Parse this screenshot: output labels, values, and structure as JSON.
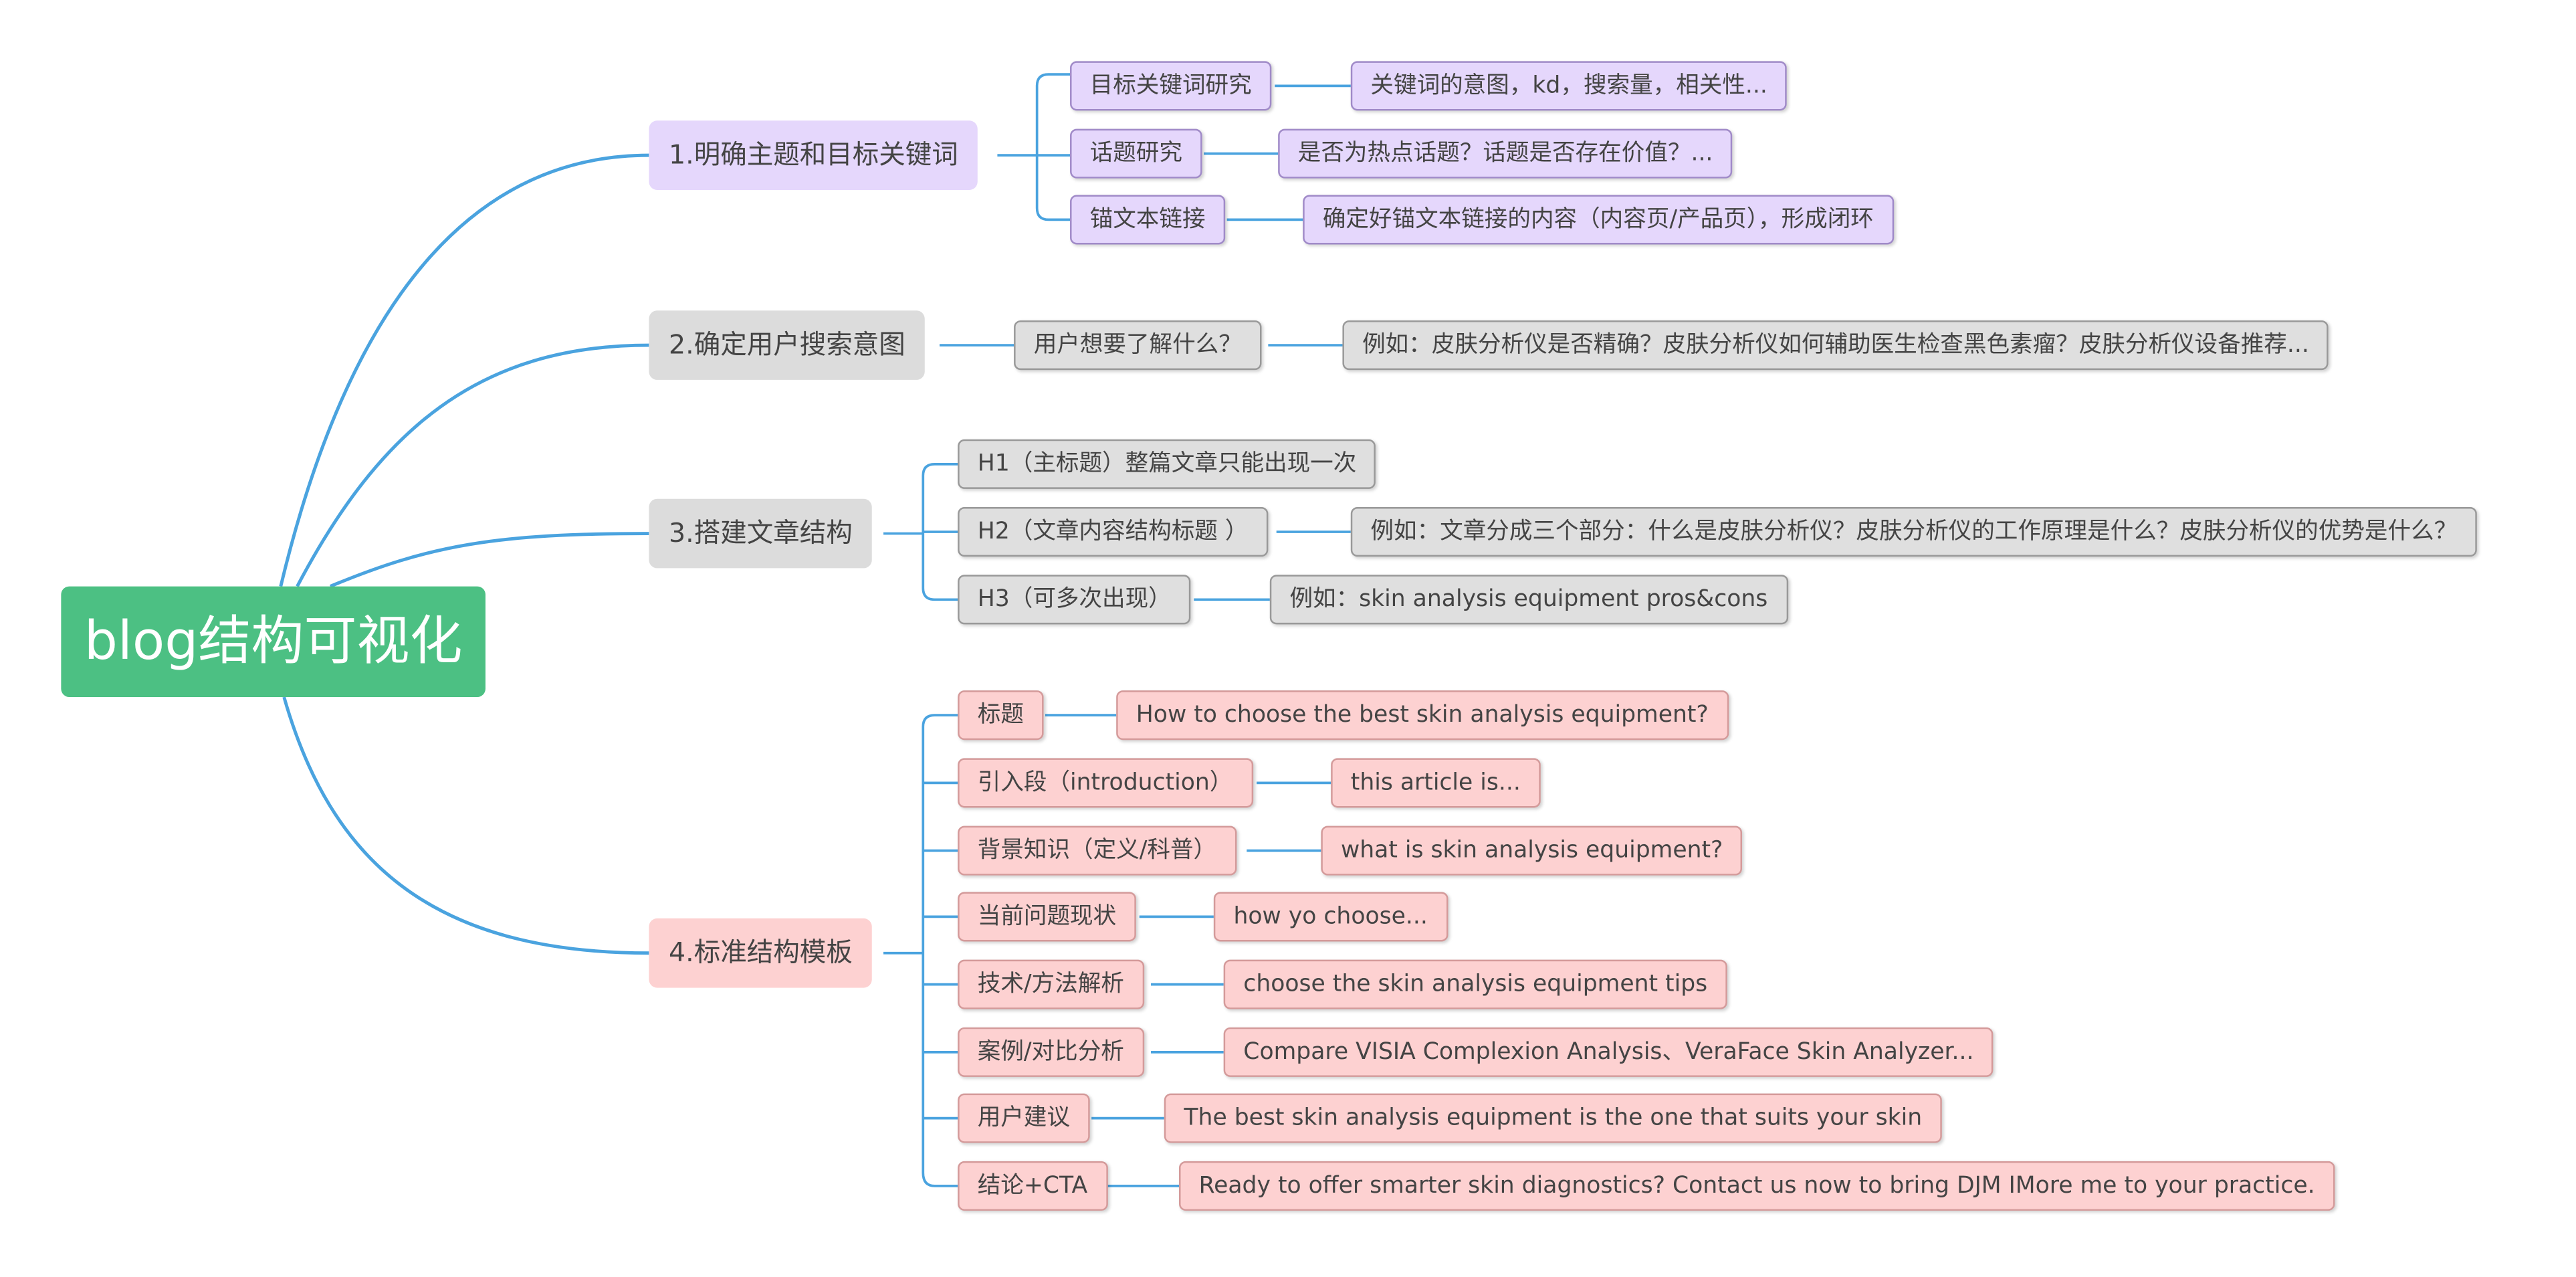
{
  "root": "blog结构可视化",
  "colors": {
    "root": "#4cc083",
    "purple": "#e5d7fc",
    "gray": "#dfdfdf",
    "pink": "#fdd1d1",
    "wire": "#4aa3df"
  },
  "branches": [
    {
      "label": "1.明确主题和目标关键词",
      "children": [
        {
          "label": "目标关键词研究",
          "detail": "关键词的意图，kd，搜索量，相关性..."
        },
        {
          "label": "话题研究",
          "detail": "是否为热点话题？话题是否存在价值？..."
        },
        {
          "label": "锚文本链接",
          "detail": "确定好锚文本链接的内容（内容页/产品页），形成闭环"
        }
      ]
    },
    {
      "label": "2.确定用户搜索意图",
      "children": [
        {
          "label": "用户想要了解什么？",
          "detail": "例如：皮肤分析仪是否精确？皮肤分析仪如何辅助医生检查黑色素瘤？皮肤分析仪设备推荐..."
        }
      ]
    },
    {
      "label": "3.搭建文章结构",
      "children": [
        {
          "label": "H1（主标题）整篇文章只能出现一次",
          "detail": ""
        },
        {
          "label": "H2（文章内容结构标题 ）",
          "detail": "例如：文章分成三个部分：什么是皮肤分析仪？皮肤分析仪的工作原理是什么？皮肤分析仪的优势是什么？"
        },
        {
          "label": "H3（可多次出现）",
          "detail": "例如：skin analysis equipment pros&cons"
        }
      ]
    },
    {
      "label": "4.标准结构模板",
      "children": [
        {
          "label": "标题",
          "detail": "How to choose the best skin analysis equipment?"
        },
        {
          "label": "引入段（introduction）",
          "detail": "this article is..."
        },
        {
          "label": "背景知识（定义/科普）",
          "detail": "what is skin analysis equipment?"
        },
        {
          "label": "当前问题现状",
          "detail": "how yo choose..."
        },
        {
          "label": "技术/方法解析",
          "detail": "choose the skin analysis equipment tips"
        },
        {
          "label": "案例/对比分析",
          "detail": "Compare VISIA Complexion Analysis、VeraFace Skin Analyzer..."
        },
        {
          "label": "用户建议",
          "detail": "The best skin analysis equipment is the one that suits your skin"
        },
        {
          "label": "结论+CTA",
          "detail": "Ready to offer smarter skin diagnostics? Contact us now to bring DJM IMore me to your practice."
        }
      ]
    }
  ]
}
